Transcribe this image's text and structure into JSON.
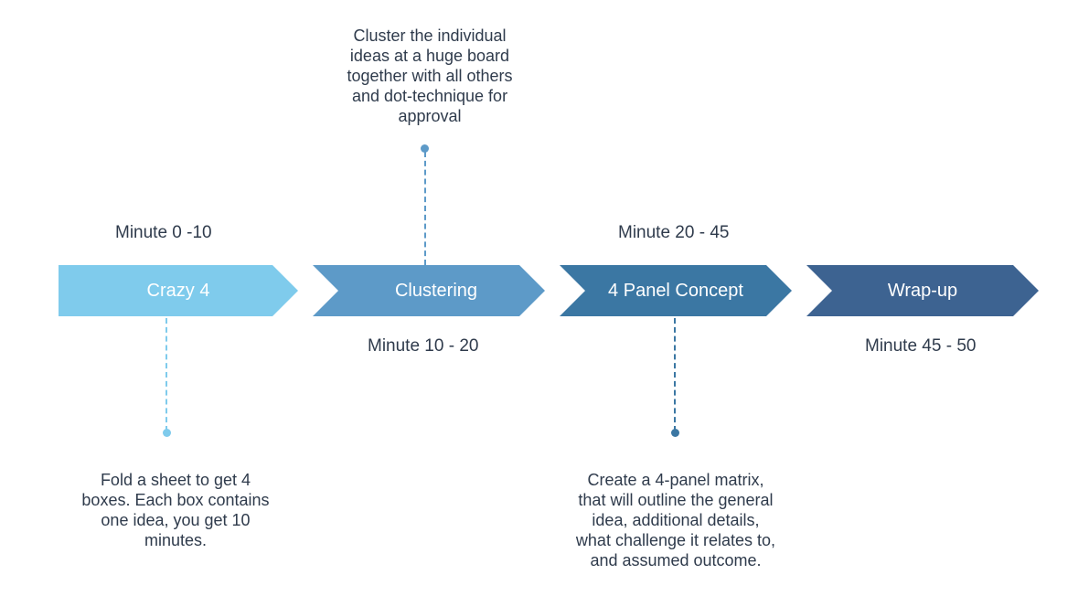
{
  "steps": [
    {
      "label": "Crazy 4",
      "time": "Minute 0 -10",
      "color": "#7fcbec",
      "description": [
        "Fold a sheet to get 4",
        "boxes. Each box contains",
        "one idea, you get 10",
        "minutes."
      ]
    },
    {
      "label": "Clustering",
      "time": "Minute 10 - 20",
      "color": "#5d9ac8",
      "description": [
        "Cluster the individual",
        "ideas at a huge board",
        "together with all others",
        "and dot-technique for",
        "approval"
      ]
    },
    {
      "label": "4 Panel Concept",
      "time": "Minute 20 - 45",
      "color": "#3b77a3",
      "description": [
        "Create a 4-panel matrix,",
        "that will outline the general",
        "idea, additional details,",
        "what challenge it relates to,",
        "and assumed outcome."
      ]
    },
    {
      "label": "Wrap-up",
      "time": "Minute 45 - 50",
      "color": "#3d6391"
    }
  ]
}
